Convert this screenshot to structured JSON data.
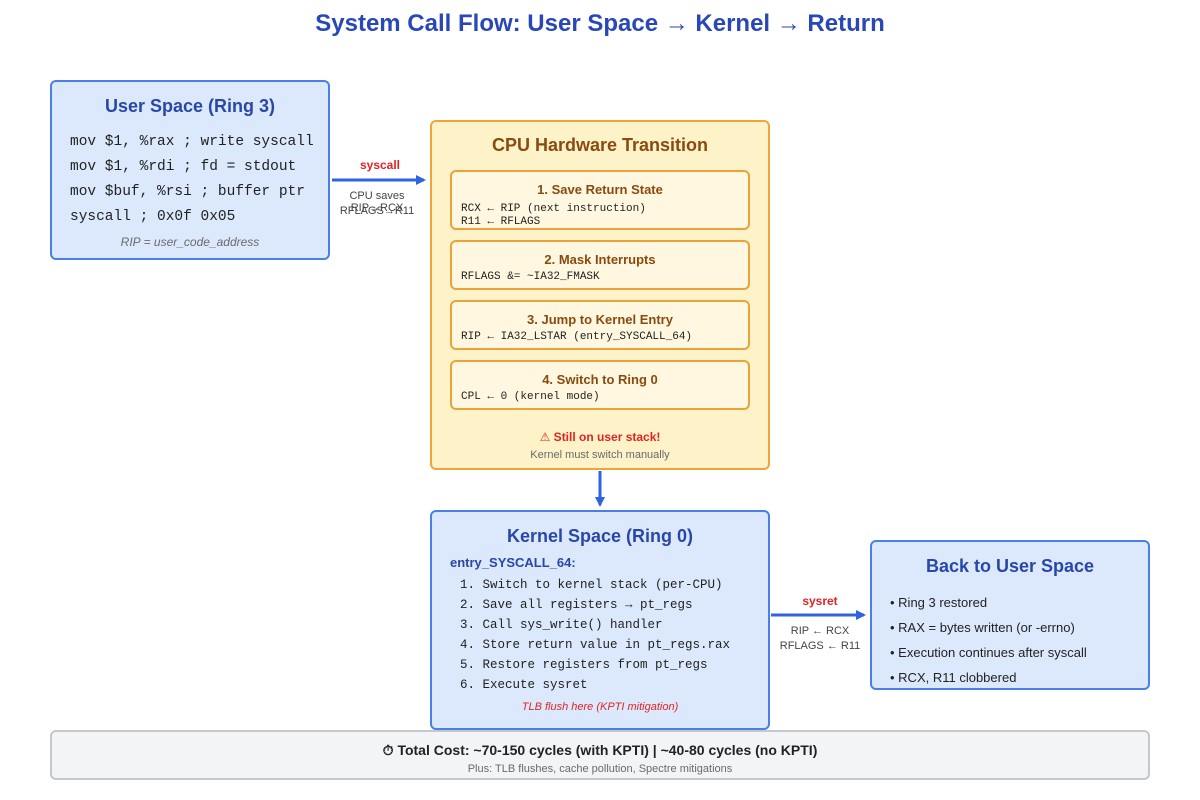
{
  "title": "System Call Flow: User Space → Kernel → Return",
  "user_space": {
    "title": "User Space (Ring 3)",
    "code": [
      "mov $1, %rax ; write syscall",
      "mov $1, %rdi ; fd = stdout",
      "mov $buf, %rsi ; buffer ptr",
      "syscall ; 0x0f 0x05"
    ],
    "note": "RIP = user_code_address"
  },
  "syscall_arrow": {
    "label": "syscall",
    "sub1": "CPU saves RIP→RCX",
    "sub2": "RFLAGS→R11"
  },
  "cpu": {
    "title": "CPU Hardware Transition",
    "steps": [
      {
        "title": "1. Save Return State",
        "lines": [
          "RCX ← RIP (next instruction)",
          "R11 ← RFLAGS"
        ]
      },
      {
        "title": "2. Mask Interrupts",
        "lines": [
          "RFLAGS &= ~IA32_FMASK"
        ]
      },
      {
        "title": "3. Jump to Kernel Entry",
        "lines": [
          "RIP ← IA32_LSTAR (entry_SYSCALL_64)"
        ]
      },
      {
        "title": "4. Switch to Ring 0",
        "lines": [
          "CPL ← 0 (kernel mode)"
        ]
      }
    ],
    "warning": "⚠ Still on user stack!",
    "warning_note": "Kernel must switch manually"
  },
  "kernel": {
    "title": "Kernel Space (Ring 0)",
    "entry": "entry_SYSCALL_64:",
    "steps": [
      "1. Switch to kernel stack (per-CPU)",
      "2. Save all registers → pt_regs",
      "3. Call sys_write() handler",
      "4. Store return value in pt_regs.rax",
      "5. Restore registers from pt_regs",
      "6. Execute sysret"
    ],
    "note": "TLB flush here (KPTI mitigation)"
  },
  "sysret_arrow": {
    "label": "sysret",
    "sub1": "RIP ← RCX",
    "sub2": "RFLAGS ← R11"
  },
  "back": {
    "title": "Back to User Space",
    "items": [
      "• Ring 3 restored",
      "• RAX = bytes written (or -errno)",
      "• Execution continues after syscall",
      "• RCX, R11 clobbered"
    ]
  },
  "footer": {
    "main": "⏱ Total Cost: ~70-150 cycles (with KPTI) | ~40-80 cycles (no KPTI)",
    "sub": "Plus: TLB flushes, cache pollution, Spectre mitigations"
  },
  "colors": {
    "title": "#2a47b8",
    "blue_border": "#4a7fe6",
    "blue_fill": "#dce9fc",
    "yellow_border": "#f0a53a",
    "yellow_fill": "#fdf2c8",
    "arrow": "#2f63e0",
    "warning": "#e02424"
  }
}
